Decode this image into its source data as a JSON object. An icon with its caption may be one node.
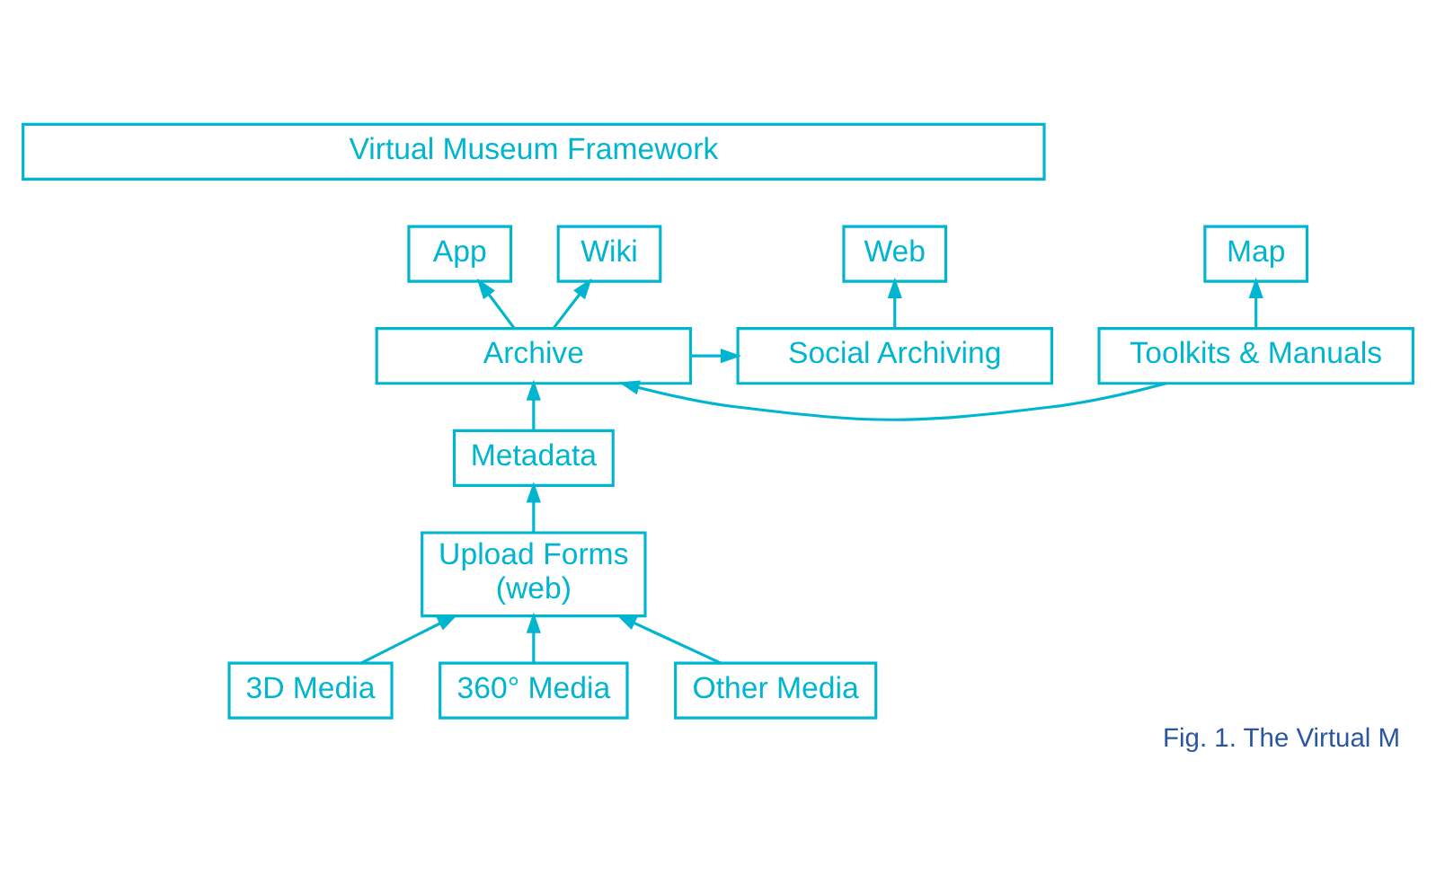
{
  "diagram": {
    "caption": "Fig. 1. The Virtual M",
    "nodes": [
      {
        "text": [
          "Virtual Museum Framework"
        ]
      },
      {
        "text": [
          "Web"
        ]
      },
      {
        "text": [
          "App"
        ]
      },
      {
        "text": [
          "Wiki"
        ]
      },
      {
        "text": [
          "Map"
        ]
      },
      {
        "text": [
          "Social Archiving"
        ]
      },
      {
        "text": [
          "Archive"
        ]
      },
      {
        "text": [
          "Toolkits & Manuals"
        ]
      },
      {
        "text": [
          "Metadata"
        ]
      },
      {
        "text": [
          "Upload Forms",
          "(web)"
        ]
      },
      {
        "text": [
          "3D Media"
        ]
      },
      {
        "text": [
          "360° Media"
        ]
      },
      {
        "text": [
          "Other Media"
        ]
      }
    ],
    "edges": [
      {
        "from": 5,
        "to": 1,
        "arrow": "to"
      },
      {
        "from": 6,
        "to": 2,
        "arrow": "to"
      },
      {
        "from": 6,
        "to": 3,
        "arrow": "to"
      },
      {
        "from": 7,
        "to": 4,
        "arrow": "to"
      },
      {
        "from": 6,
        "to": 5,
        "arrow": "to"
      },
      {
        "from": 7,
        "to": 6,
        "arrow": "to"
      },
      {
        "from": 8,
        "to": 6,
        "arrow": "to"
      },
      {
        "from": 9,
        "to": 8,
        "arrow": "to"
      },
      {
        "from": 10,
        "to": 9,
        "arrow": "to"
      },
      {
        "from": 11,
        "to": 9,
        "arrow": "to"
      },
      {
        "from": 12,
        "to": 9,
        "arrow": "to"
      }
    ]
  }
}
